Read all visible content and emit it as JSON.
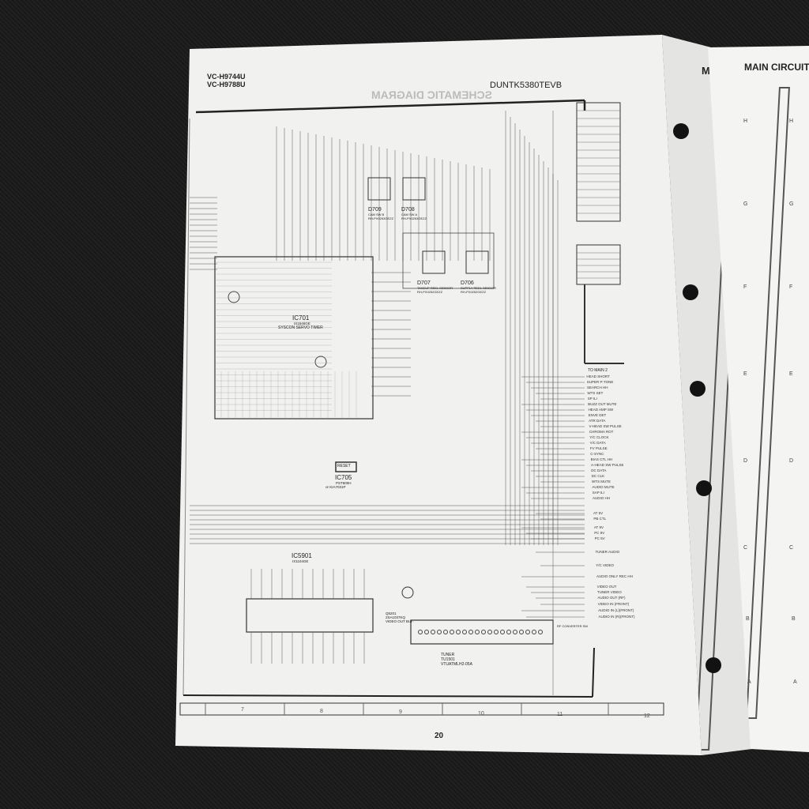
{
  "left_page": {
    "models": [
      "VC-H9744U",
      "VC-H9788U"
    ],
    "doc_code": "DUNTK5380TEVB",
    "bleed_title": "SCHEMATIC DIAGRAM",
    "page_number": "20",
    "grid_columns": [
      "7",
      "8",
      "9",
      "10",
      "11",
      "12"
    ],
    "components": {
      "ic701": {
        "ref": "IC701",
        "part": "IX1546GE",
        "desc": "SYSCON SERVO TIMER"
      },
      "ic705": {
        "ref": "IC705",
        "part": "PST600H",
        "alt": "or KIA7031P",
        "reset": "RESET"
      },
      "ic5901": {
        "ref": "IC5901",
        "part": "IX1104GE"
      },
      "d709": {
        "ref": "D709",
        "desc": "CAM SW B",
        "part": "RH-PX0253GEZZ"
      },
      "d708": {
        "ref": "D708",
        "desc": "CAM SW A",
        "part": "RH-PX0253GEZZ"
      },
      "d707": {
        "ref": "D707",
        "part": "RH-PX0252GEZZ",
        "desc": "TAKEUP REEL SENSOR"
      },
      "d706": {
        "ref": "D706",
        "part": "RH-PX0252GEZZ",
        "desc": "SUPPLY REEL SENSOR"
      },
      "q5201": {
        "ref": "Q5201",
        "part": "2SA1037KQ",
        "desc": "VIDEO OUT BUF."
      },
      "tuner": {
        "ref": "TUNER",
        "id": "TU1501",
        "part": "VTUATMLH2-05A"
      },
      "rf": {
        "desc": "RF CONVERTER SW"
      }
    },
    "to_main_label": "TO MAIN 2",
    "signals": [
      "HEAD SHORT",
      "SUPER P-TONE",
      "SEARCH HH",
      "WTS SET",
      "SP ILI",
      "BUZZ OUT MUTE",
      "HEAD AMP SW",
      "ENVE DET",
      "ATR DATA",
      "V-HEAD SW PULSE",
      "CHROMA ROT",
      "Y/C CLOCK",
      "Y/C DATA",
      "FV PULSE",
      "C-SYNC",
      "BIAS CTL HH",
      "A-HEAD SW PULSE",
      "DC DATA",
      "DC CLK",
      "WTS MUTE",
      "AUDIO MUTE",
      "SAP ILI",
      "AUDIO HH",
      "AT 5V",
      "PB CTL",
      "AT 9V",
      "PC 9V",
      "PC 5V",
      "TUNER AUDIO",
      "Y/C VIDEO",
      "AUDIO ONLY REC HH",
      "VIDEO OUT",
      "TUNER VIDEO",
      "AUDIO OUT (RF)",
      "VIDEO IN (FRONT)",
      "AUDIO IN (L)(FRONT)",
      "AUDIO IN (R)(FRONT)"
    ]
  },
  "right_page": {
    "title": "MAIN CIRCUIT",
    "row_labels": [
      "H",
      "G",
      "F",
      "E",
      "D",
      "C",
      "B",
      "A"
    ]
  },
  "mid_page": {
    "title_fragment": "M",
    "row_labels": [
      "H",
      "G",
      "F"
    ]
  }
}
